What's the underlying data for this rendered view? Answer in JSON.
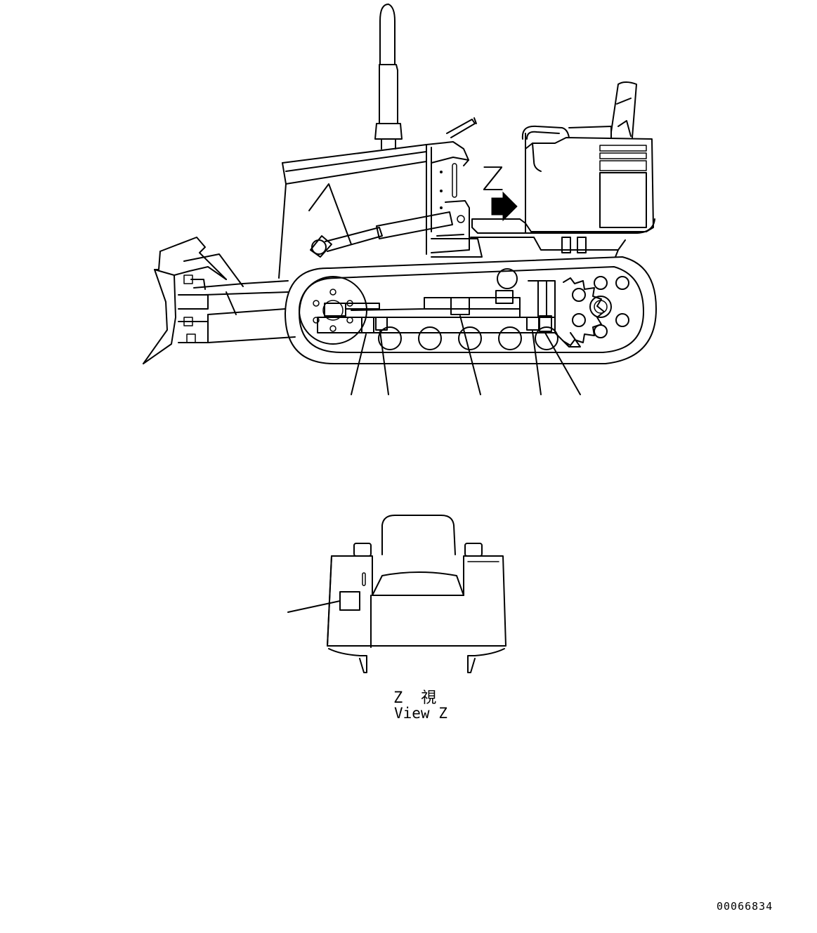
{
  "diagram": {
    "view_marker": "Z",
    "view_caption_cjk": "Z　視",
    "view_caption_en": "View Z",
    "drawing_number": "00066834"
  },
  "callouts": {
    "side_view_count": 5,
    "view_z_count": 1
  }
}
